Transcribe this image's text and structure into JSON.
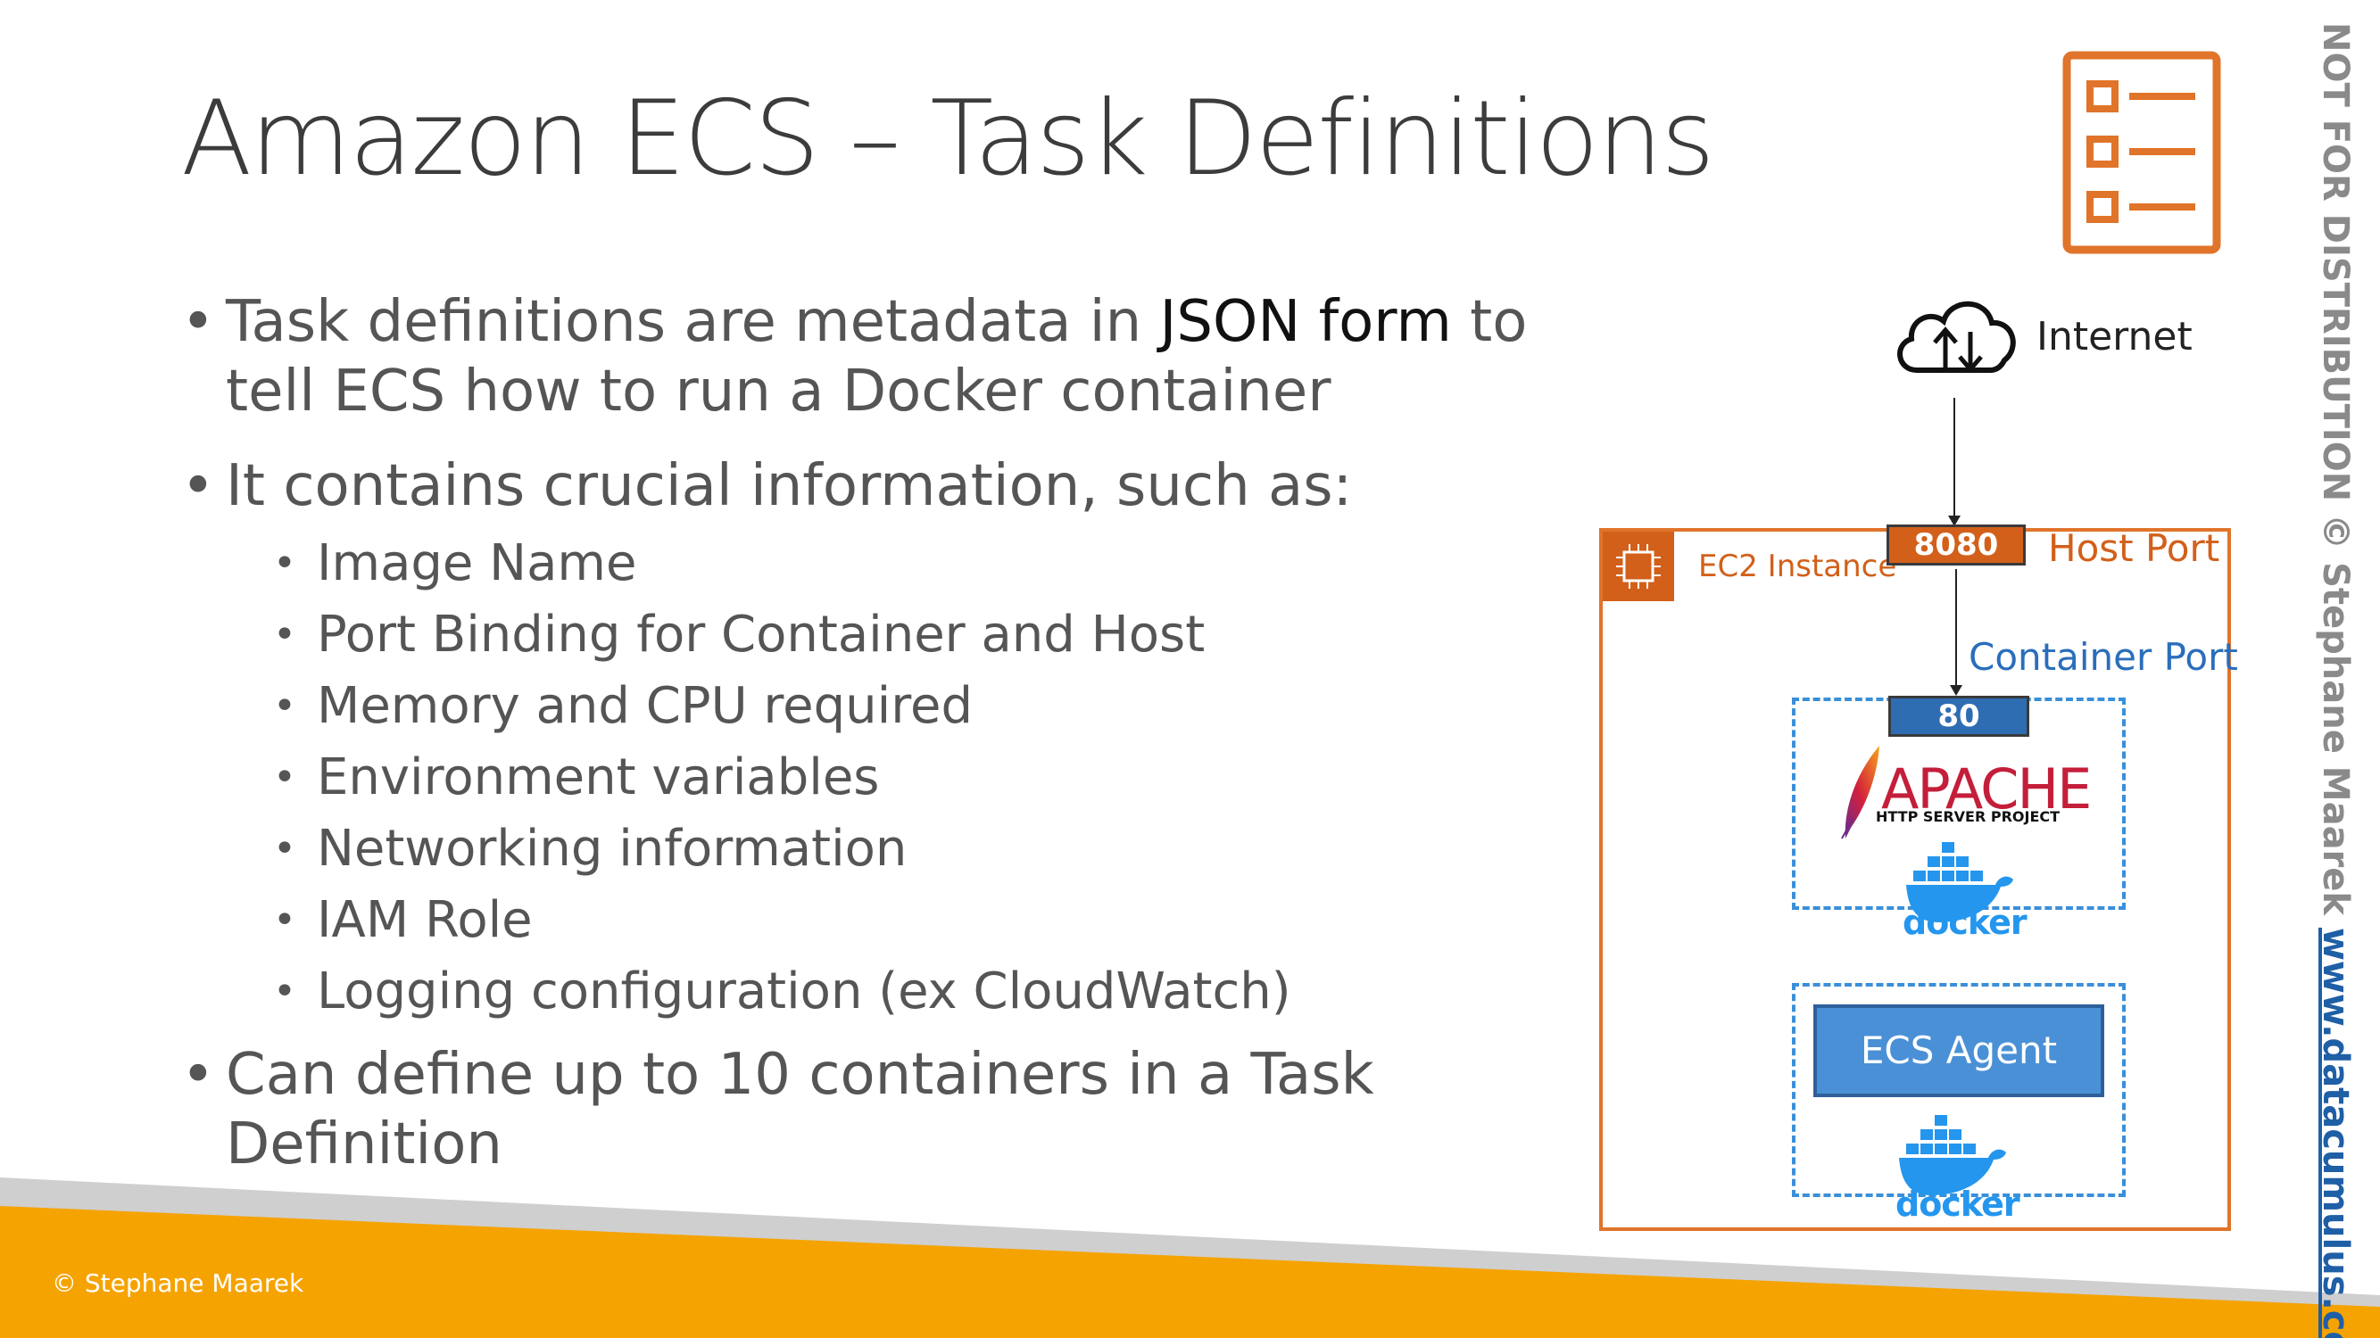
{
  "slide": {
    "title": "Amazon ECS – Task Definitions",
    "bullets": [
      {
        "pre": "Task definitions are metadata in ",
        "strong": "JSON form",
        "post": " to tell ECS how to run a Docker container"
      },
      {
        "text": "It contains crucial information, such as:"
      },
      {
        "text": "Can define up to 10 containers in a Task Definition"
      }
    ],
    "sub_bullets": [
      "Image Name",
      "Port Binding for Container and Host",
      "Memory and CPU required",
      "Environment variables",
      "Networking information",
      "IAM Role",
      "Logging configuration (ex CloudWatch)"
    ],
    "copyright": "© Stephane Maarek",
    "watermark": "NOT FOR DISTRIBUTION © Stephane Maarek",
    "watermark_link": "www.datacumulus.com"
  },
  "diagram": {
    "internet_label": "Internet",
    "ec2_label": "EC2 Instance",
    "host_port_value": "8080",
    "host_port_label": "Host Port",
    "container_port_label": "Container Port",
    "container_port_value": "80",
    "apache_logo_text": "APACHE",
    "apache_logo_subtext": "HTTP SERVER PROJECT",
    "docker_logo_text": "docker",
    "ecs_agent_label": "ECS Agent",
    "icons": [
      "task-definition-icon",
      "cloud-upload-download-icon",
      "ec2-chip-icon",
      "apache-feather-icon",
      "docker-whale-icon"
    ]
  },
  "colors": {
    "accent_orange": "#d2601a",
    "footer_orange": "#f5a300",
    "container_blue": "#2f6db3",
    "dashed_blue": "#3a8fd8",
    "docker_blue": "#2496ed",
    "apache_red": "#c41e3a"
  }
}
